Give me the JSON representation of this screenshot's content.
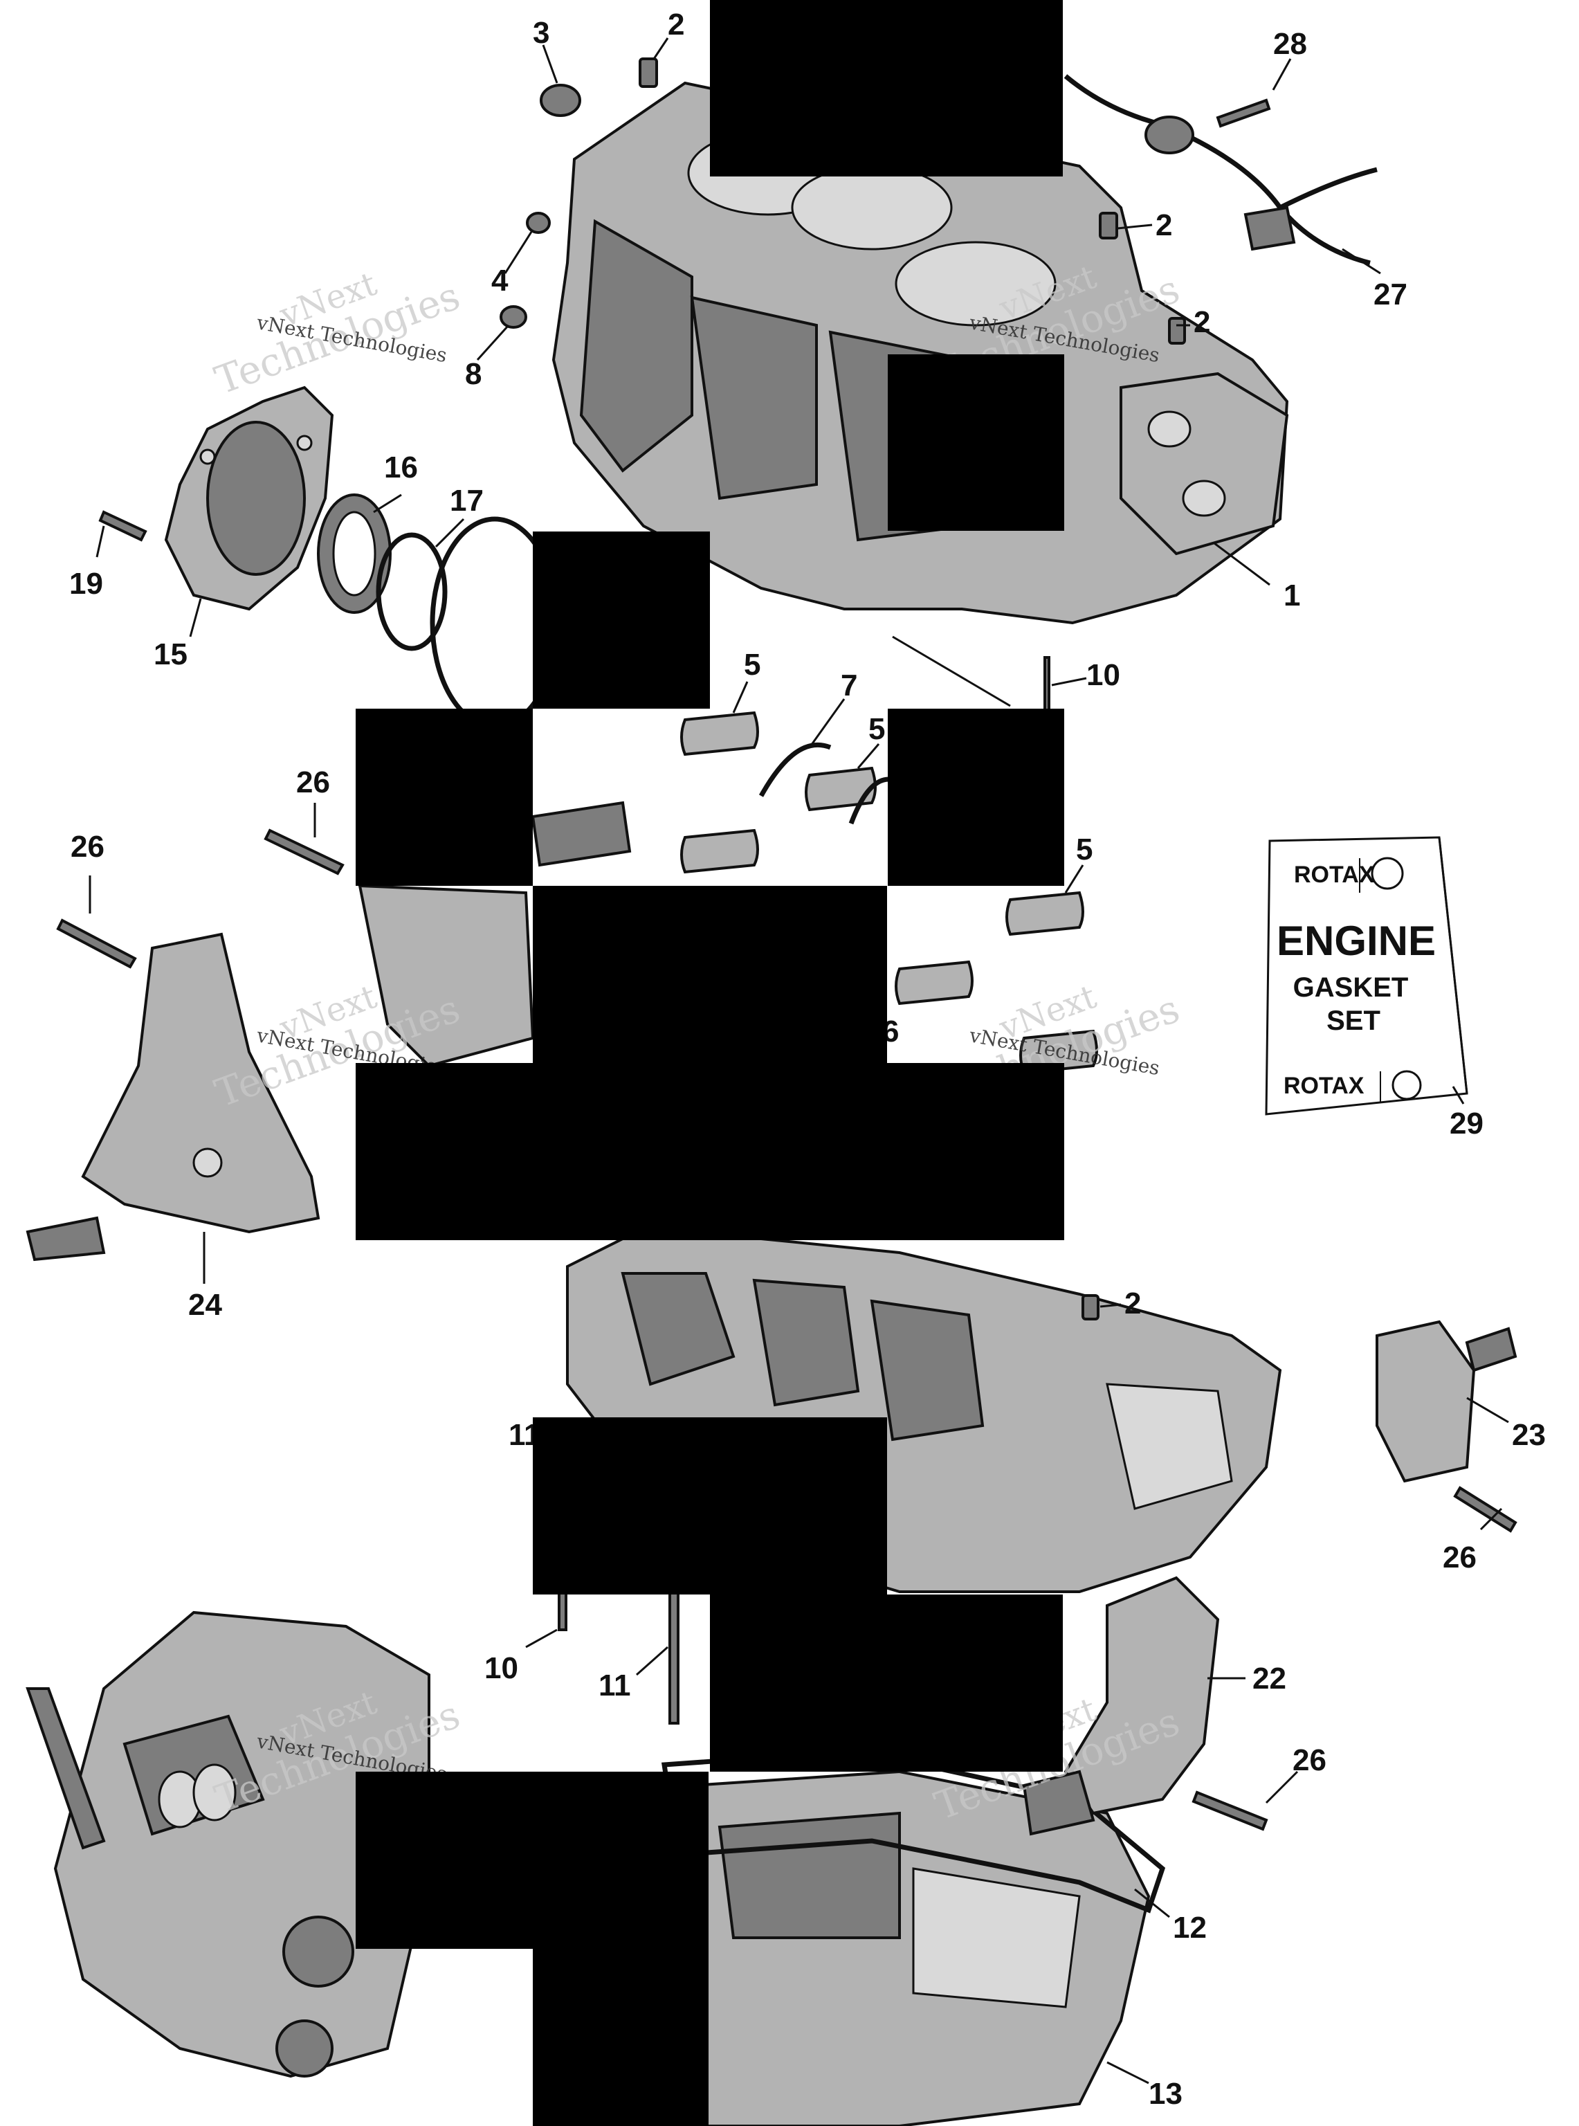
{
  "diagram": {
    "watermark": {
      "line1": "vNext",
      "line2": "Technologies",
      "small": "vNext Technologies"
    },
    "gasket_kit": {
      "brand": "ROTAX",
      "title": "ENGINE",
      "line2": "GASKET",
      "line3": "SET"
    },
    "callouts": [
      {
        "id": "c1",
        "text": "1"
      },
      {
        "id": "c2a",
        "text": "2"
      },
      {
        "id": "c2b",
        "text": "2"
      },
      {
        "id": "c2c",
        "text": "2"
      },
      {
        "id": "c2d",
        "text": "2"
      },
      {
        "id": "c3",
        "text": "3"
      },
      {
        "id": "c4",
        "text": "4"
      },
      {
        "id": "c5a",
        "text": "5"
      },
      {
        "id": "c5b",
        "text": "5"
      },
      {
        "id": "c5c",
        "text": "5"
      },
      {
        "id": "c6",
        "text": "6"
      },
      {
        "id": "c7",
        "text": "7"
      },
      {
        "id": "c8",
        "text": "8"
      },
      {
        "id": "c10a",
        "text": "10"
      },
      {
        "id": "c10b",
        "text": "10"
      },
      {
        "id": "c11a",
        "text": "11"
      },
      {
        "id": "c11b",
        "text": "11"
      },
      {
        "id": "c12",
        "text": "12"
      },
      {
        "id": "c13",
        "text": "13"
      },
      {
        "id": "c15",
        "text": "15"
      },
      {
        "id": "c16",
        "text": "16"
      },
      {
        "id": "c17",
        "text": "17"
      },
      {
        "id": "c19",
        "text": "19"
      },
      {
        "id": "c22",
        "text": "22"
      },
      {
        "id": "c23",
        "text": "23"
      },
      {
        "id": "c24",
        "text": "24"
      },
      {
        "id": "c26a",
        "text": "26"
      },
      {
        "id": "c26b",
        "text": "26"
      },
      {
        "id": "c26c",
        "text": "26"
      },
      {
        "id": "c26d",
        "text": "26"
      },
      {
        "id": "c27",
        "text": "27"
      },
      {
        "id": "c28",
        "text": "28"
      },
      {
        "id": "c29",
        "text": "29"
      }
    ]
  }
}
